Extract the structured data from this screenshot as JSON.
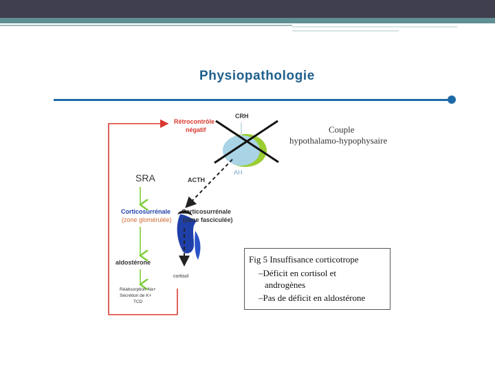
{
  "slide": {
    "title": "Physiopathologie"
  },
  "diagram": {
    "retro_line1": "Rétrocontrôle",
    "retro_line2": "négatif",
    "crh": "CRH",
    "ah": "AH",
    "acth": "ACTH",
    "sra": "SRA",
    "couple_line1": "Couple",
    "couple_line2": "hypothalamo-hypophysaire",
    "cortico_left_line1": "Corticosurrénale",
    "cortico_left_line2": "(zone glomérulée)",
    "cortico_right_line1": "Corticosurrénale",
    "cortico_right_line2": "(zone fasciculée)",
    "aldosterone": "aldostérone",
    "cortisol": "cortisol",
    "effects_line1": "Réabsorption Na+",
    "effects_line2": "Sécrétion de K+",
    "effects_line3": "TCD"
  },
  "caption": {
    "title": "Fig 5  Insuffisance corticotrope",
    "line1": "–Déficit en cortisol et",
    "line2": "androgènes",
    "line3": "–Pas de déficit en aldostérone"
  },
  "colors": {
    "title": "#1f5f8b",
    "rule": "#1e6aa8",
    "feedback_red": "#d9382e",
    "green_arrow": "#7ccf3c",
    "gland_blue": "#1f3fa8",
    "hypothalamus_green": "#9acd32",
    "hypophysis_blue": "#a9d4e6"
  }
}
